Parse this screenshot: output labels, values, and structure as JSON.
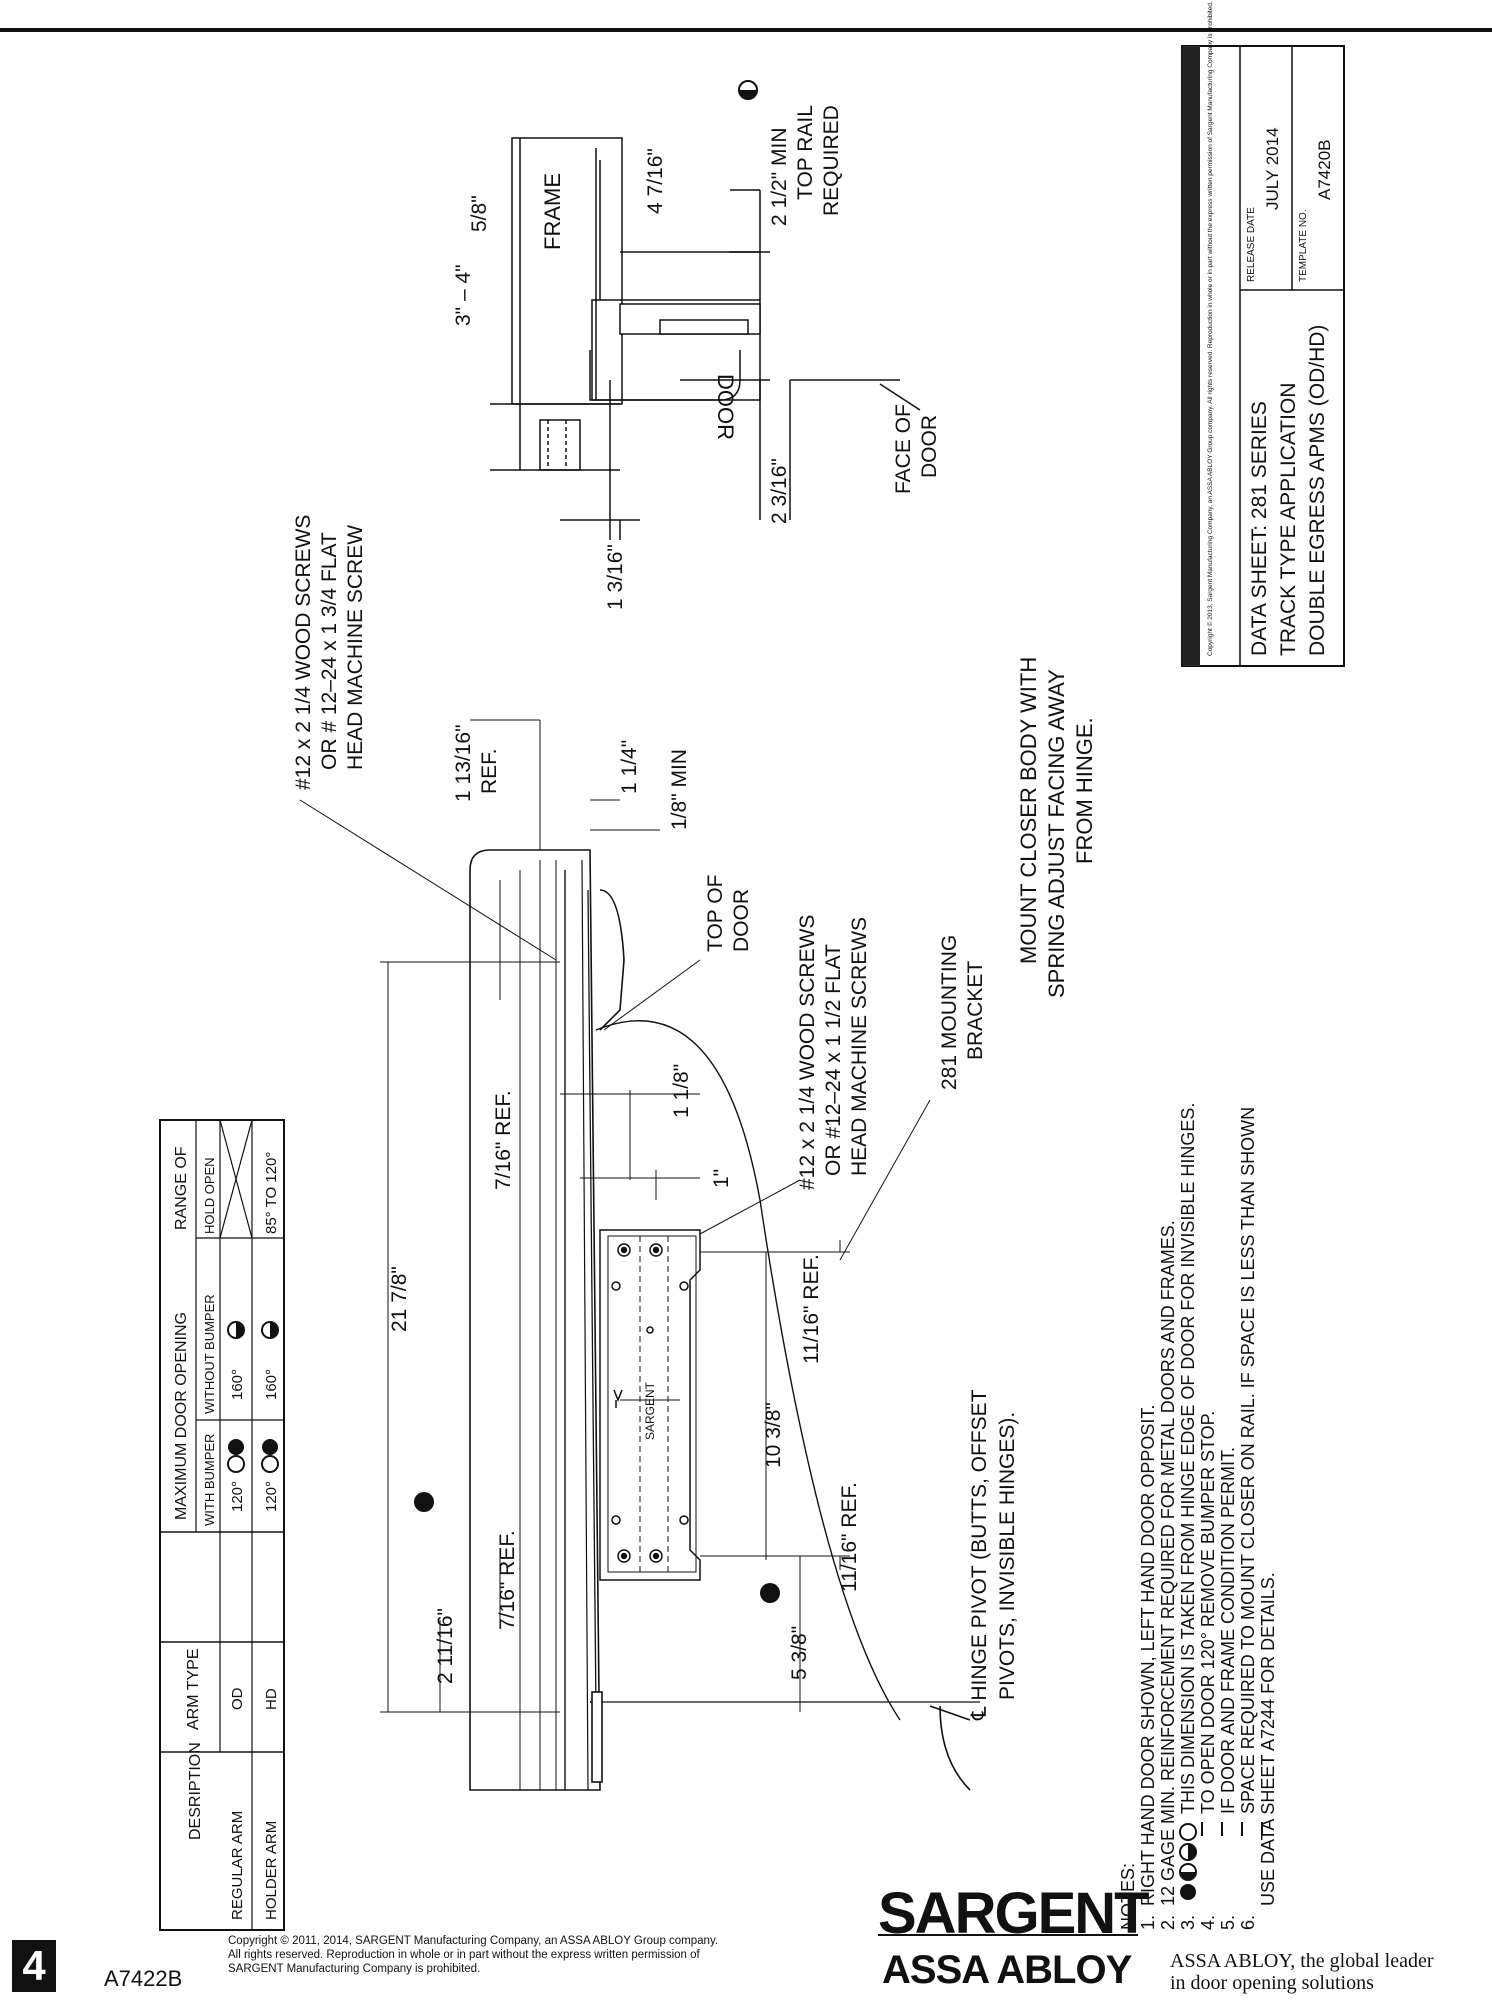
{
  "title_block": {
    "copyright": "Copyright © 2013, Sargent Manufacturing Company, an ASSA ABLOY Group company. All rights reserved. Reproduction in whole or in part without the express written permission of Sargent Manufacturing Company is prohibited.",
    "line1": "DATA SHEET: 281 SERIES",
    "line2": "TRACK TYPE APPLICATION",
    "line3": "DOUBLE EGRESS APMS (OD/HD)",
    "release_label": "RELEASE DATE",
    "release_value": "JULY 2014",
    "template_label": "TEMPLATE NO.",
    "template_value": "A7420B"
  },
  "arm_table": {
    "h_description": "DESRIPTION",
    "h_arm_type": "ARM TYPE",
    "h_max_opening": "MAXIMUM DOOR OPENING",
    "h_with_bumper": "WITH BUMPER",
    "h_without_bumper": "WITHOUT BUMPER",
    "h_range": "RANGE OF",
    "h_hold_open": "HOLD OPEN",
    "rows": [
      {
        "description": "REGULAR ARM",
        "arm_type": "OD",
        "with_bumper": "120°",
        "without_bumper": "160°",
        "hold_open": ""
      },
      {
        "description": "HOLDER ARM",
        "arm_type": "HD",
        "with_bumper": "120°",
        "without_bumper": "160°",
        "hold_open": "85° TO 120°"
      }
    ]
  },
  "dims": {
    "d_21_7_8": "21 7/8\"",
    "d_2_11_16": "2 11/16\"",
    "d_7_16_ref_a": "7/16\" REF.",
    "d_7_16_ref_b": "7/16\" REF.",
    "d_5_3_8": "5 3/8\"",
    "d_11_16_ref_a": "11/16\" REF.",
    "d_11_16_ref_b": "11/16\" REF.",
    "d_10_3_8": "10 3/8\"",
    "d_1": "1\"",
    "d_1_1_8": "1 1/8\"",
    "d_1_13_16_ref": "1 13/16\"",
    "d_ref": "REF.",
    "d_1_1_4": "1 1/4\"",
    "d_1_8_min": "1/8\" MIN",
    "d_1_3_16": "1 3/16\"",
    "d_2_3_16": "2 3/16\"",
    "d_3_4": "3\" – 4\"",
    "d_5_8": "5/8\"",
    "d_4_7_16": "4 7/16\"",
    "d_2_1_2": "2 1/2\" MIN",
    "d_top_rail": "TOP RAIL",
    "d_required": "REQUIRED"
  },
  "labels": {
    "screws_top_1": "#12 x 2 1/4 WOOD SCREWS",
    "screws_top_2": "OR # 12–24 x 1 3/4 FLAT",
    "screws_top_3": "HEAD MACHINE SCREW",
    "screws_mid_1": "#12 x 2 1/4 WOOD SCREWS",
    "screws_mid_2": "OR #12–24 x 1 1/2 FLAT",
    "screws_mid_3": "HEAD MACHINE SCREWS",
    "top_of_door_1": "TOP OF",
    "top_of_door_2": "DOOR",
    "bracket_1": "281 MOUNTING",
    "bracket_2": "BRACKET",
    "mount_1": "MOUNT CLOSER BODY WITH",
    "mount_2": "SPRING ADJUST FACING AWAY",
    "mount_3": "FROM HINGE.",
    "hinge_1": "℄ HINGE PIVOT (BUTTS, OFFSET",
    "hinge_2": "PIVOTS, INVISIBLE HINGES).",
    "frame": "FRAME",
    "door": "DOOR",
    "face_1": "FACE OF",
    "face_2": "DOOR",
    "bracket_brand": "SARGENT"
  },
  "notes": {
    "heading": "NOTES:",
    "items": [
      {
        "num": "1.",
        "text": "RIGHT HAND DOOR SHOWN, LEFT HAND DOOR OPPOSIT."
      },
      {
        "num": "2.",
        "text": "12 GAGE MIN. REINFORCEMENT REQUIRED FOR METAL DOORS AND FRAMES."
      },
      {
        "num": "3.",
        "text": "THIS DIMENSION IS TAKEN FROM HINGE EDGE OF DOOR FOR INVISIBLE HINGES."
      },
      {
        "num": "4.",
        "text": "TO OPEN DOOR 120° REMOVE BUMPER STOP."
      },
      {
        "num": "5.",
        "text": "IF DOOR AND FRAME CONDITION PERMIT."
      },
      {
        "num": "6.",
        "text": "SPACE REQUIRED TO MOUNT CLOSER ON RAIL. IF SPACE IS LESS THAN SHOWN"
      },
      {
        "num": "",
        "text": "USE DATA SHEET A7244 FOR DETAILS."
      }
    ]
  },
  "footer": {
    "page_number": "4",
    "template_no": "A7422B",
    "copyright_1": "Copyright © 2011, 2014, SARGENT Manufacturing Company, an ASSA ABLOY Group company.",
    "copyright_2": "All rights reserved. Reproduction in whole or in part without the express written permission of",
    "copyright_3": "SARGENT Manufacturing Company is prohibited.",
    "brand_sargent": "SARGENT",
    "brand_assa": "ASSA ABLOY",
    "tagline_1": "ASSA ABLOY, the global leader",
    "tagline_2": "in door opening solutions"
  }
}
